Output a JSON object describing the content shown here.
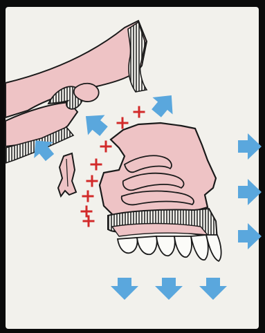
{
  "colors": {
    "background": "#0b0b0b",
    "panel": "#f2f1ec",
    "bone_pink": "#eec3c5",
    "outline": "#1a1a1a",
    "hatch": "#2a2a2a",
    "arrow_blue": "#5aa7dd",
    "plus_red": "#d22a2a",
    "tooth_white": "#fbfbf8"
  },
  "diagram": {
    "growth_sites": [
      {
        "id": "suture-1",
        "symbol": "+"
      },
      {
        "id": "suture-2",
        "symbol": "+"
      },
      {
        "id": "suture-3",
        "symbol": "+"
      },
      {
        "id": "suture-4",
        "symbol": "+"
      },
      {
        "id": "suture-5",
        "symbol": "+"
      },
      {
        "id": "suture-6",
        "symbol": "+"
      },
      {
        "id": "suture-7",
        "symbol": "+"
      },
      {
        "id": "suture-8",
        "symbol": "+"
      }
    ],
    "arrows": [
      {
        "id": "upward-back-arrow",
        "icon": "arrow-up-left-icon"
      },
      {
        "id": "upward-mid-arrow",
        "icon": "arrow-up-left-icon"
      },
      {
        "id": "upward-front-arrow",
        "icon": "arrow-up-right-icon"
      },
      {
        "id": "forward-arrow-top",
        "icon": "arrow-right-icon"
      },
      {
        "id": "forward-arrow-middle",
        "icon": "arrow-right-icon"
      },
      {
        "id": "forward-arrow-bottom",
        "icon": "arrow-right-icon"
      },
      {
        "id": "downward-arrow-left",
        "icon": "arrow-down-icon"
      },
      {
        "id": "downward-arrow-middle",
        "icon": "arrow-down-icon"
      },
      {
        "id": "downward-arrow-right",
        "icon": "arrow-down-icon"
      }
    ]
  }
}
